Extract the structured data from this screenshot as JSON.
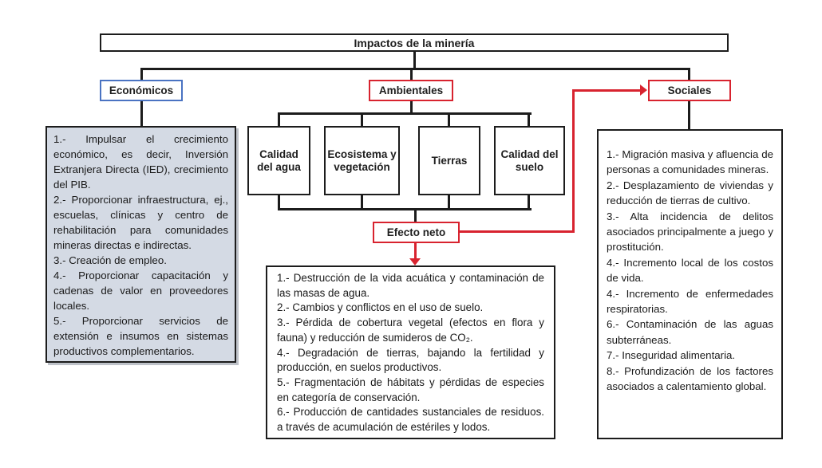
{
  "title": "Impactos de la minería",
  "economicos": {
    "label": "Económicos",
    "items": [
      "1.- Impulsar el crecimiento económico, es decir, Inversión Extranjera Directa (IED), crecimiento del PIB.",
      "2.- Proporcionar infraestructura, ej., escuelas, clínicas y centro de rehabilitación para comunidades mineras directas e indirectas.",
      "3.- Creación de empleo.",
      "4.- Proporcionar capacitación y cadenas de valor en proveedores locales.",
      "5.- Proporcionar servicios de extensión e insumos en sistemas productivos complementarios."
    ]
  },
  "ambientales": {
    "label": "Ambientales",
    "factors": [
      "Calidad del agua",
      "Ecosistema y vegetación",
      "Tierras",
      "Calidad del suelo"
    ],
    "net_effect": {
      "label": "Efecto neto",
      "items": [
        "1.- Destrucción de la vida acuática y contaminación de las masas de agua.",
        "2.- Cambios y conflictos en el uso de suelo.",
        "3.- Pérdida de cobertura vegetal (efectos en flora y fauna) y reducción de sumideros de CO₂.",
        "4.- Degradación de tierras, bajando la fertilidad y producción, en suelos productivos.",
        "5.- Fragmentación de hábitats y pérdidas de especies en categoría de conservación.",
        "6.- Producción de cantidades sustanciales de residuos. a través de acumulación de estériles y lodos."
      ]
    }
  },
  "sociales": {
    "label": "Sociales",
    "items": [
      "1.- Migración masiva y afluencia de personas a comunidades mineras.",
      "2.- Desplazamiento de viviendas y reducción de tierras de cultivo.",
      "3.- Alta incidencia de delitos asociados principalmente a juego y prostitución.",
      "4.- Incremento local de los costos de vida.",
      "4.- Incremento de enfermedades respiratorias.",
      "6.- Contaminación de las aguas subterráneas.",
      "7.- Inseguridad alimentaria.",
      "8.- Profundización de los factores asociados a calentamiento global."
    ]
  },
  "colors": {
    "economic_border_blue": "#4a73c2",
    "highlight_red": "#d8232f",
    "line_black": "#1c1c1c",
    "economic_fill_gray": "#d4dae4"
  }
}
